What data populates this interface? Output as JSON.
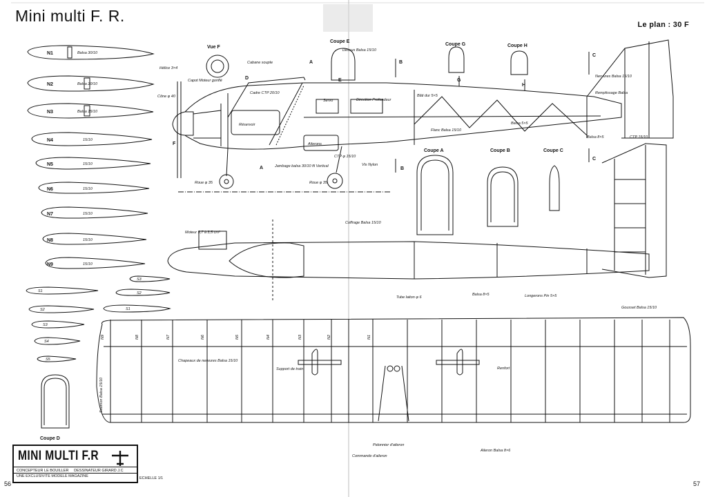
{
  "header": {
    "title": "Mini multi F. R.",
    "plan_price": "Le plan : 30 F"
  },
  "pages": {
    "left": "56",
    "right": "57"
  },
  "title_block": {
    "name": "MINI MULTI F.R",
    "concepteur": "CONCEPTEUR  LE BOUILLER",
    "dessinateur": "DESSINATEUR  GIRARD J.C",
    "exclusivite": "UNE EXCLUSIVITE MODELE MAGAZINE",
    "echelle": "ECHELLE 1/1"
  },
  "ribs": [
    "N1",
    "N2",
    "N3",
    "N4",
    "N5",
    "N6",
    "N7",
    "N8",
    "N9"
  ],
  "rib_notes": [
    "Balsa 30/10",
    "Balsa 20/10",
    "Balsa 15/10",
    "15/10",
    "15/10",
    "15/10",
    "15/10",
    "15/10",
    "15/10"
  ],
  "tail_ribs": [
    "S1",
    "S2",
    "S3",
    "S4",
    "S5"
  ],
  "sections": {
    "vue_f": "Vue F",
    "coupe_e": "Coupe E",
    "coupe_g": "Coupe G",
    "coupe_h": "Coupe H",
    "coupe_a": "Coupe A",
    "coupe_b": "Coupe B",
    "coupe_c": "Coupe C",
    "coupe_d": "Coupe D"
  },
  "section_letters": [
    "A",
    "B",
    "C",
    "D",
    "E",
    "F",
    "G",
    "H"
  ],
  "labels": {
    "helice": "Hélice 3×4",
    "capot": "Capot Moteur gonflé",
    "cone": "Cône φ 40",
    "cabane": "Cabane souple",
    "cadre": "Cadre CTP 20/10",
    "reservoir": "Réservoir",
    "servo": "Servo",
    "direction": "Direction Profondeur",
    "dessus": "Dessus Balsa 15/10",
    "ailerons": "Ailerons",
    "bati": "Bâti dur 5×5",
    "flanc": "Flanc Balsa 15/10",
    "balsa55": "Balsa 5×5",
    "nervures": "Nervures Balsa 15/10",
    "remplissage": "Remplissage Balsa",
    "ctp1510": "CTP 15/10",
    "balsa8x5": "Balsa 8×5",
    "roue": "Roue φ 35",
    "roue2": "Roue φ 35",
    "jambe": "Jambage balsa 30/10 fil Vertical",
    "ctp2": "CTP φ 15/10",
    "nylon": "Vis Nylon",
    "moteur": "Moteur 5,7 à 3,5 cm³",
    "commande": "Commande d'aileron",
    "longerons": "Longerons Pin 5×5",
    "gousset": "Gousset Balsa 15/10",
    "saumon": "Saumon Balsa 15/10",
    "chapeaux": "Chapeaux de nervures Balsa 15/10",
    "support": "Support de train",
    "renfort": "Renfort",
    "aileron": "Aileron Balsa 8×6",
    "balsa85": "Balsa 8×5",
    "cloture": "Coffrage Balsa 15/10",
    "tube": "Tube laiton φ 6",
    "palonnier": "Palonnier d'aileron"
  }
}
